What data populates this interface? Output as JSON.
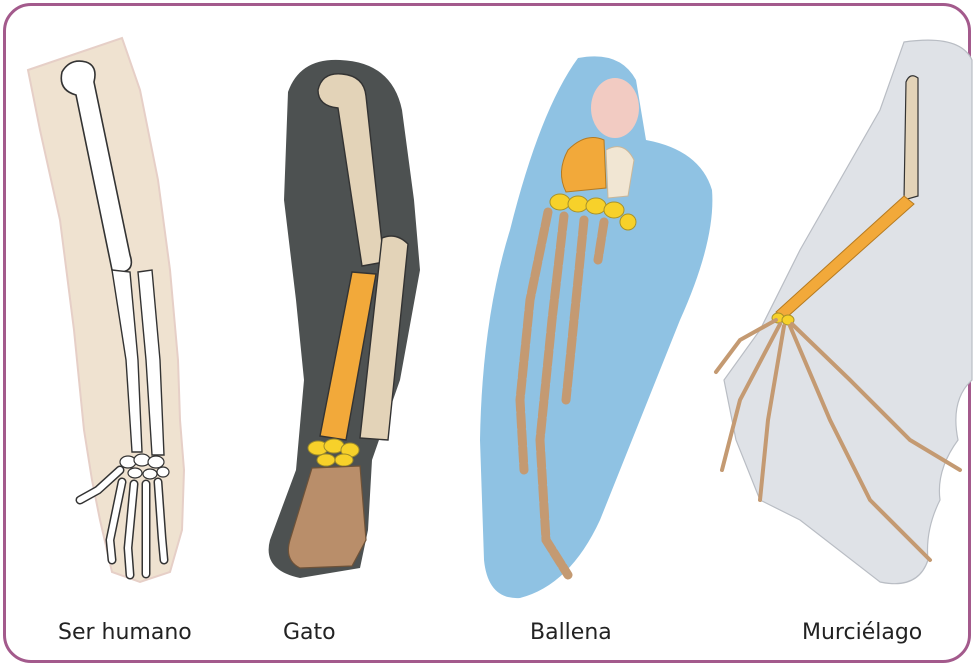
{
  "labels": {
    "human": "Ser humano",
    "cat": "Gato",
    "whale": "Ballena",
    "bat": "Murciélago"
  },
  "colors": {
    "frame": "#a35a8c",
    "humerus_beige": "#e3d3b8",
    "radius_orange": "#f2a93a",
    "carpal_yellow": "#f7d12a",
    "phalanx_brown": "#c49a72",
    "human_skin": "#efe2d0",
    "cat_fur": "#4d5151",
    "whale_body": "#8fc2e3",
    "bat_membrane": "#dfe2e7"
  }
}
